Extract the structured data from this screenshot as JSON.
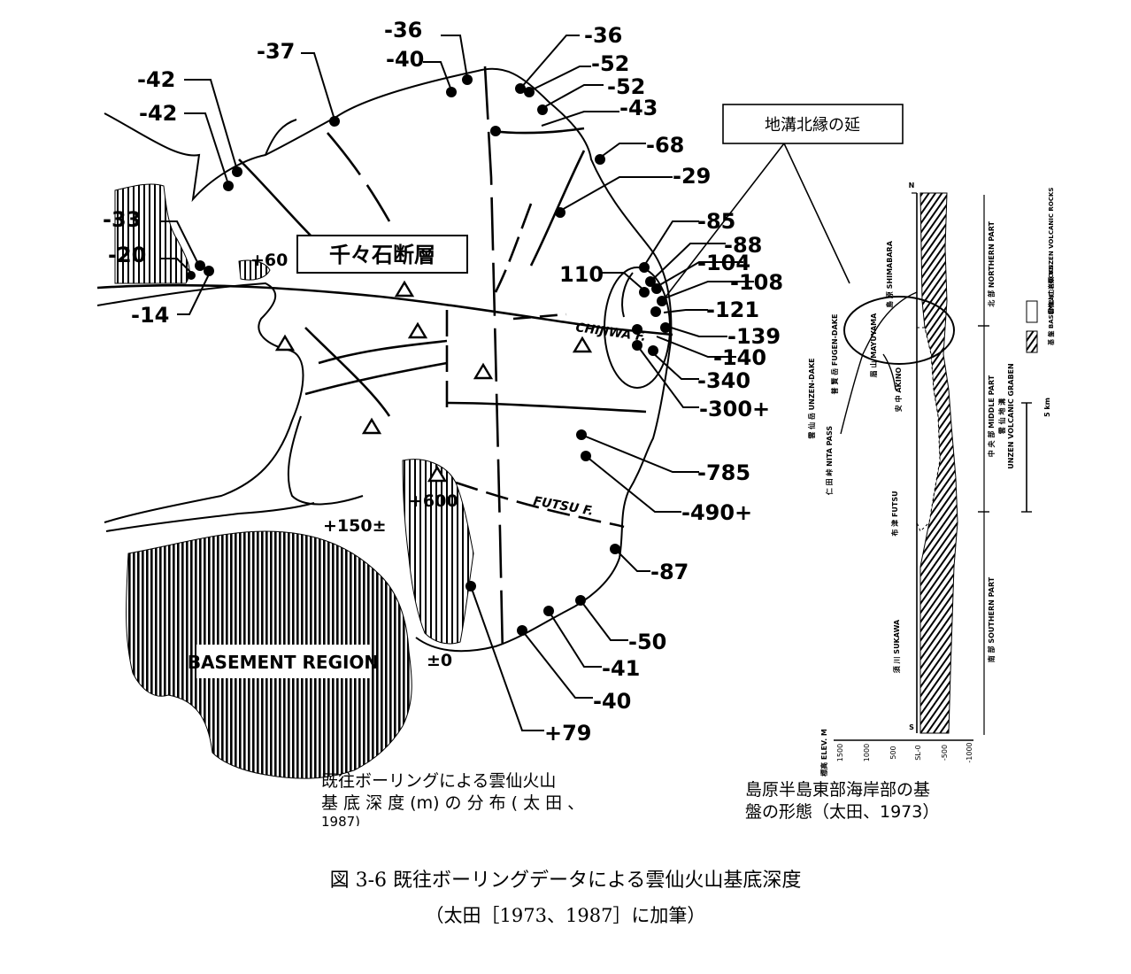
{
  "map": {
    "depth_labels": [
      "-36",
      "-40",
      "-37",
      "-42",
      "-42",
      "-36",
      "-52",
      "-52",
      "-43",
      "-68",
      "-29",
      "-33",
      "-20",
      "-14",
      "+60",
      "-85",
      "-88",
      "-104",
      "-108",
      "110",
      "-121",
      "-139",
      "-140",
      "-340",
      "-300+",
      "-785",
      "-490+",
      "-87",
      "-50",
      "-41",
      "-40",
      "+79",
      "+600",
      "+150±",
      "±0"
    ],
    "fault_label": "千々石断層",
    "chijiwa_label": "CHIJIWA F.",
    "futsu_label": "FUTSU F.",
    "basement_label": "BASEMENT REGION",
    "graben_note": "地溝北縁の延"
  },
  "section": {
    "labels": {
      "northern": "北 部 NORTHERN PART",
      "middle": "中 央 部 MIDDLE PART",
      "graben": "雲 仙 地 溝",
      "graben_en": "UNZEN VOLCANIC GRABEN",
      "southern": "南 部 SOUTHERN PART",
      "unzendake": "雲 仙 岳 UNZEN-DAKE",
      "fugendake": "普 賢 岳 FUGEN-DAKE",
      "mayuyama": "眉 山 MAYUYAMA",
      "nitapass": "仁 田 峠 NITA PASS",
      "shimabara": "島 原 SHIMABARA",
      "akiwo": "安 中 AKINO",
      "futsu": "布 津 FUTSU",
      "sukawa": "須 川 SUKAWA",
      "legend1": "雲仙火山岩類 UNZEN VOLCANIC ROCKS",
      "legend2": "基 盤 BASEMENT ROCKS",
      "scale": "5 km",
      "axis_title": "標高 ELEV. M",
      "axis_ticks": [
        "1500",
        "1000",
        "500",
        "SL-0",
        "-500",
        "-1000"
      ],
      "km_top": "N",
      "km_bottom": "S"
    }
  },
  "captions": {
    "map_caption_1": "既往ボーリングによる雲仙火山",
    "map_caption_2": "基 底 深 度 (m) の 分 布 ( 太 田 、",
    "map_caption_3": "1987)",
    "section_caption_1": "島原半島東部海岸部の基",
    "section_caption_2": "盤の形態（太田、1973）",
    "figure_title": "図 3-6   既往ボーリングデータによる雲仙火山基底深度",
    "figure_subtitle": "（太田［1973、1987］に加筆）"
  }
}
